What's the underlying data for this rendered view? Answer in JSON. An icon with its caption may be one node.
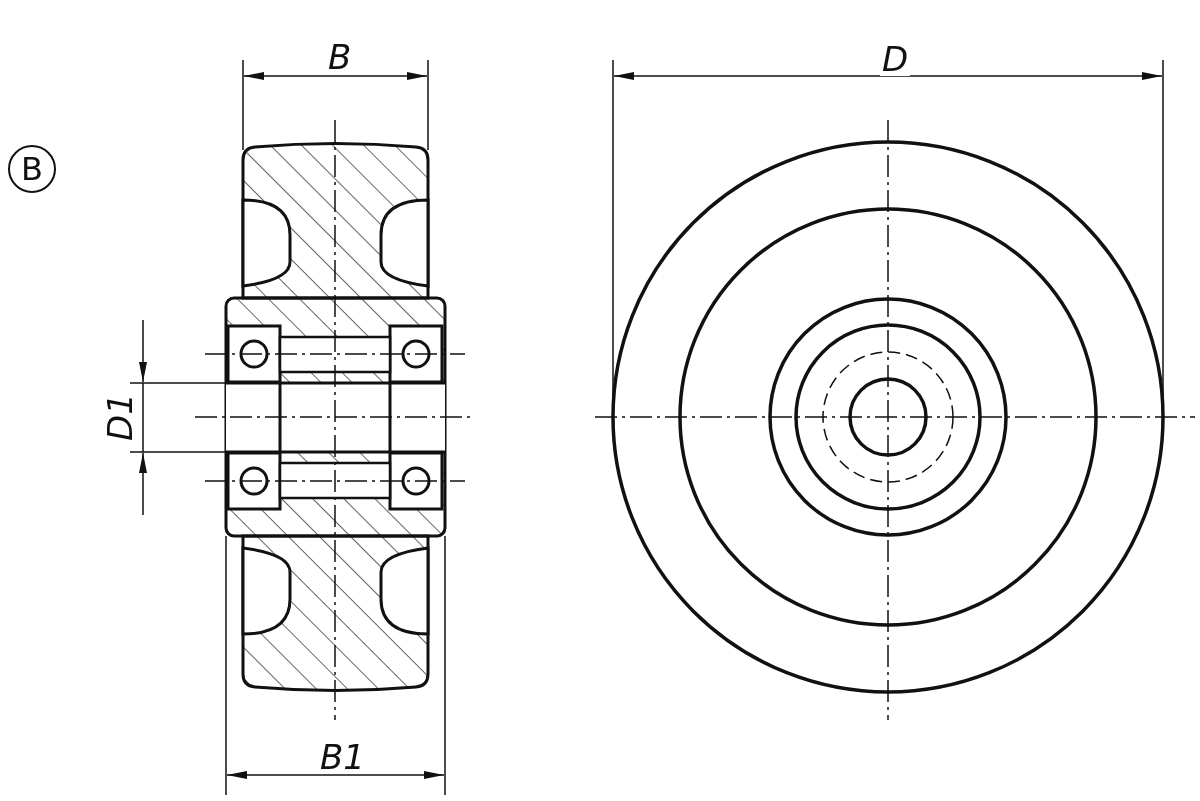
{
  "diagram": {
    "labels": [
      "B",
      "D",
      "B",
      "D1",
      "B1"
    ]
  }
}
